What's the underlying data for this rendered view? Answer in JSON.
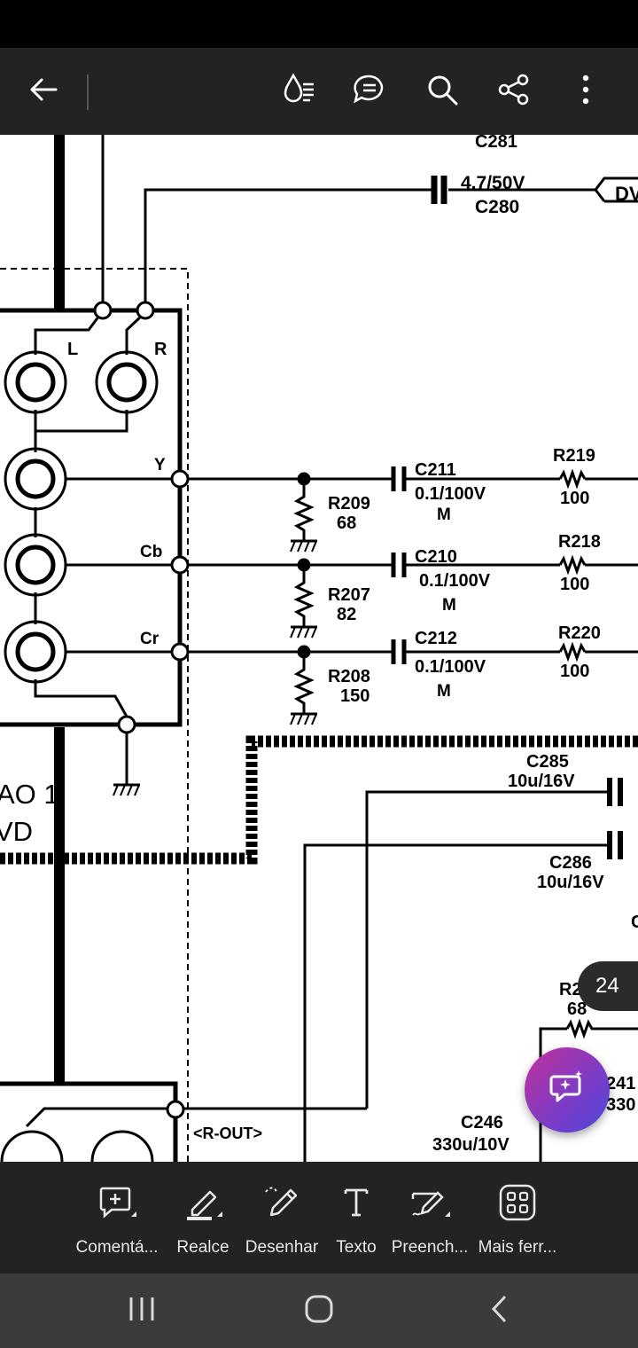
{
  "app": {
    "top_bar": {
      "back_icon": "arrow-left-icon",
      "actions": [
        "read-mode-icon",
        "comments-list-icon",
        "search-icon",
        "share-icon",
        "more-vert-icon"
      ]
    },
    "page_indicator": "24",
    "toolbar": {
      "items": [
        {
          "label": "Comentá...",
          "icon": "add-comment-icon"
        },
        {
          "label": "Realce",
          "icon": "highlighter-icon"
        },
        {
          "label": "Desenhar",
          "icon": "pencil-icon"
        },
        {
          "label": "Texto",
          "icon": "text-icon"
        },
        {
          "label": "Preench...",
          "icon": "fill-sign-icon"
        },
        {
          "label": "Mais ferr...",
          "icon": "more-tools-grid-icon"
        }
      ]
    },
    "nav_bar": [
      "recents-icon",
      "home-icon",
      "back-icon"
    ],
    "colors": {
      "chrome": "#232323",
      "nav": "#3b3b3b",
      "fab_start": "#c2319a",
      "fab_end": "#4c47d8"
    }
  },
  "schematic": {
    "labels": {
      "c281": "C281",
      "c280_val": "4.7/50V",
      "c280": "C280",
      "dv": "DV",
      "l": "L",
      "r": "R",
      "y": "Y",
      "cb": "Cb",
      "cr": "Cr",
      "c211": "C211",
      "c211_val": "0.1/100V",
      "c211_m": "M",
      "c210": "C210",
      "c210_val": "0.1/100V",
      "c210_m": "M",
      "c212": "C212",
      "c212_val": "0.1/100V",
      "c212_m": "M",
      "r209": "R209",
      "r209_val": "68",
      "r207": "R207",
      "r207_val": "82",
      "r208": "R208",
      "r208_val": "150",
      "r219": "R219",
      "r219_val": "100",
      "r218": "R218",
      "r218_val": "100",
      "r220": "R220",
      "r220_val": "100",
      "ao1": "AO 1",
      "vd": "VD",
      "c285": "C285",
      "c285_val": "10u/16V",
      "c286": "C286",
      "c286_val": "10u/16V",
      "c_partial": "C",
      "r2_partial": "R2",
      "r2_val": "68",
      "x241": "241",
      "x330": "330",
      "r_out": "<R-OUT>",
      "c246": "C246",
      "c246_val": "330u/10V"
    }
  }
}
